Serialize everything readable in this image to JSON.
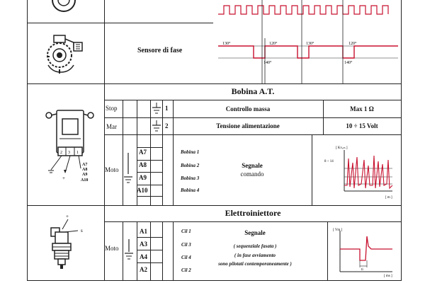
{
  "phase_sensor": {
    "title": "Sensore di fase",
    "angle_labels": [
      "130°",
      "120°",
      "130°",
      "120°"
    ],
    "angle_labels_low": [
      "140°",
      "140°"
    ],
    "colors": {
      "signal": "#c8102e"
    }
  },
  "ignition_coil": {
    "title": "Bobina A.T.",
    "rows": [
      {
        "state": "Stop",
        "pin": "1",
        "description": "Controllo massa",
        "value": "Max 1 Ω"
      },
      {
        "state": "Mar",
        "pin": "2",
        "description": "Tensione alimentazione",
        "value": "10 ÷ 15 Volt"
      }
    ],
    "moto": {
      "state": "Moto",
      "pins": [
        "A7",
        "A8",
        "A9",
        "A10"
      ],
      "coils": [
        "Bobina 1",
        "Bobina 2",
        "Bobina 3",
        "Bobina 4"
      ],
      "signal_title": "Segnale",
      "signal_sub": "comando",
      "graph_ylabel": "[ Kvₓₘ ]",
      "graph_level": "8 ÷ 14",
      "graph_xlabel": "[ m ]"
    },
    "component_labels": [
      "A7",
      "A8",
      "A9",
      "A10"
    ],
    "component_connector": [
      "2",
      "3",
      "1"
    ],
    "plus_label": "+"
  },
  "injector": {
    "title": "Elettroiniettore",
    "moto": {
      "state": "Moto",
      "pins": [
        "A1",
        "A3",
        "A4",
        "A2"
      ],
      "cylinders": [
        "Cil 1",
        "Cil 3",
        "Cil 4",
        "Cil 2"
      ],
      "signal_title": "Segnale",
      "signal_lines": [
        "( sequenziale fasata )",
        "( in fase avviamento",
        "sono pilotati contemporaneamente )"
      ],
      "graph_ylabel": "[ Vm ]",
      "graph_xlabel": "[ ms ]",
      "graph_ti": "ti"
    },
    "component_plus": "+",
    "component_s": "s"
  }
}
